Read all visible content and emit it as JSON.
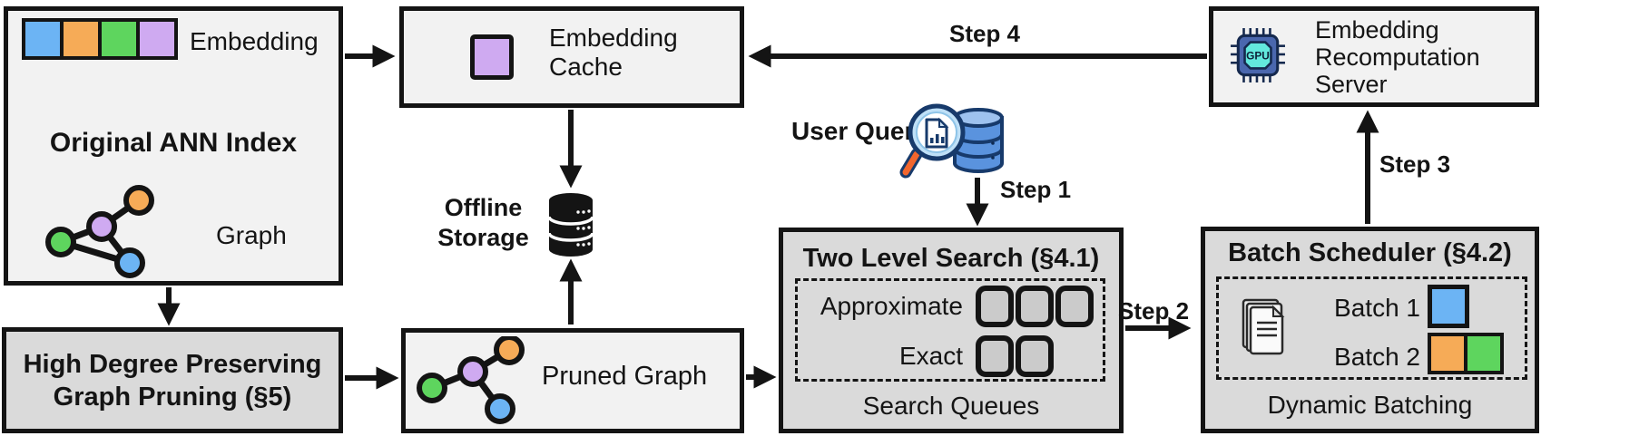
{
  "ann_index": {
    "title": "Original ANN Index",
    "embedding_label": "Embedding",
    "graph_label": "Graph"
  },
  "pruning": {
    "line1": "High Degree Preserving",
    "line2": "Graph Pruning (§5)"
  },
  "cache": {
    "line1": "Embedding",
    "line2": "Cache"
  },
  "storage": {
    "line1": "Offline",
    "line2": "Storage"
  },
  "pruned_graph": {
    "label": "Pruned Graph"
  },
  "query": {
    "label": "User Query"
  },
  "search": {
    "title": "Two Level Search (§4.1)",
    "approximate_label": "Approximate",
    "exact_label": "Exact",
    "footer": "Search Queues",
    "approximate_queue_count": 3,
    "exact_queue_count": 2
  },
  "scheduler": {
    "title": "Batch Scheduler (§4.2)",
    "batch1_label": "Batch 1",
    "batch2_label": "Batch 2",
    "footer": "Dynamic Batching",
    "batch1_colors": [
      "blue"
    ],
    "batch2_colors": [
      "orange",
      "green"
    ]
  },
  "server": {
    "line1": "Embedding",
    "line2": "Recomputation",
    "line3": "Server",
    "gpu_label": "GPU"
  },
  "steps": {
    "s1": "Step 1",
    "s2": "Step 2",
    "s3": "Step 3",
    "s4": "Step 4"
  },
  "icons": {
    "embedding_strip": "embedding-vector-icon",
    "graph": "graph-nodes-icon",
    "storage": "database-icon",
    "query": "magnifier-database-icon",
    "gpu": "gpu-chip-icon",
    "documents": "documents-icon"
  },
  "colors": {
    "blue": "#6cb4f4",
    "orange": "#f6ab57",
    "green": "#5ed55e",
    "purple": "#cfaaf1",
    "box_light": "#f2f2f2",
    "box_shaded": "#dadada",
    "outline": "#141414",
    "query_db_blue": "#5a93de",
    "query_handle_orange": "#f2662d",
    "gpu_body_blue": "#4a67ae",
    "gpu_inner_cyan": "#63e8dd"
  }
}
